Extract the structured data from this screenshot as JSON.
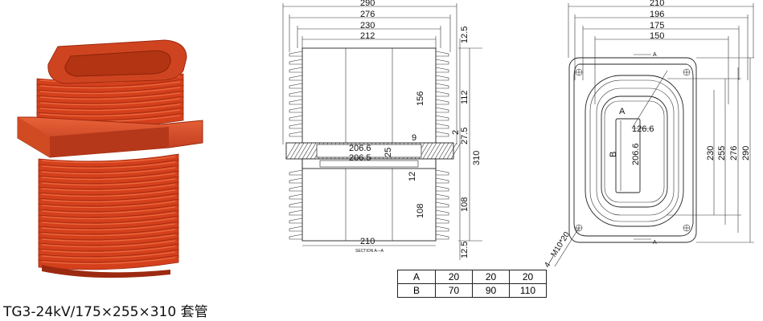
{
  "caption": "TG3-24kV/175×255×310 套管",
  "section": {
    "widths": [
      "290",
      "276",
      "230",
      "212"
    ],
    "bottom_width": "210",
    "label": "SECTION  A—A",
    "right_dims": [
      "12.5",
      "112",
      "2",
      "27.5",
      "310",
      "108",
      "12.5"
    ],
    "inner_dims": [
      "156",
      "9",
      "25",
      "12",
      "108"
    ],
    "bore_labels": [
      "206.6",
      "206.5"
    ]
  },
  "plan": {
    "widths": [
      "210",
      "196",
      "175",
      "150"
    ],
    "heights": [
      "230",
      "255",
      "276",
      "290"
    ],
    "inner_labels": [
      "A",
      "B",
      "126.6",
      "206.6"
    ],
    "section_marks": [
      "A",
      "A"
    ],
    "bolt_note": "4—M10*20"
  },
  "table": {
    "rows": [
      {
        "head": "A",
        "values": [
          "20",
          "20",
          "20"
        ]
      },
      {
        "head": "B",
        "values": [
          "70",
          "90",
          "110"
        ]
      }
    ]
  },
  "colors": {
    "bushing": "#d4401c",
    "bushing_dark": "#9c2a10",
    "bushing_light": "#ec6a3f"
  }
}
